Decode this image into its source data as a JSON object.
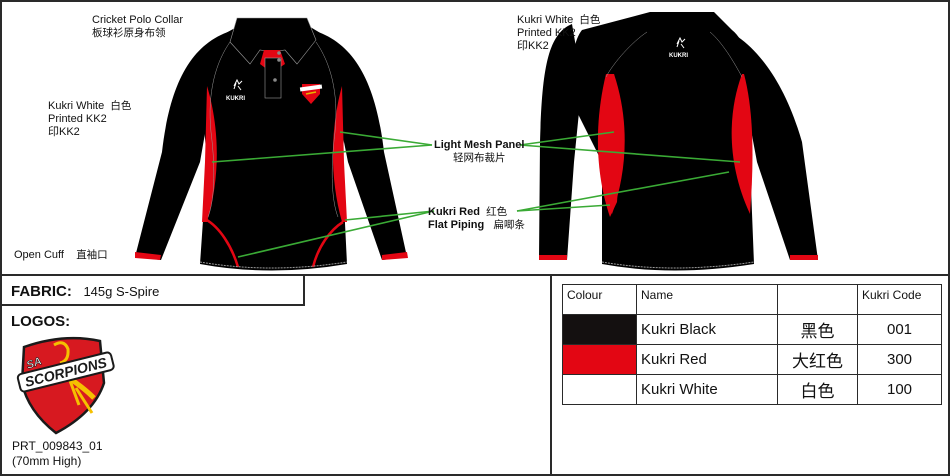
{
  "spec_sheet": {
    "top_callouts": {
      "collar": {
        "en": "Cricket Polo Collar",
        "zh": "板球衫原身布领"
      },
      "front_logo": {
        "line1_en": "Kukri White",
        "line1_zh": "白色",
        "line2": "Printed KK2",
        "line3": "印KK2"
      },
      "back_logo": {
        "line1_en": "Kukri White",
        "line1_zh": "白色",
        "line2": "Printed KK2",
        "line3": "印KK2"
      },
      "mesh": {
        "en": "Light Mesh Panel",
        "zh": "轻网布裁片"
      },
      "piping": {
        "line1_en": "Kukri Red",
        "line1_zh": "红色",
        "line2_en": "Flat Piping",
        "line2_zh": "扁唧条"
      },
      "cuff": {
        "en": "Open Cuff",
        "zh": "直袖口"
      }
    },
    "garment": {
      "brand_mark": "KUKRI",
      "colors": {
        "body": "#000000",
        "panel": "#e30613",
        "stitch": "#9a9a9a",
        "callout_line": "#3aaa35"
      }
    },
    "fabric": {
      "label": "FABRIC:",
      "value": "145g S-Spire"
    },
    "logos": {
      "label": "LOGOS:",
      "logo_text_top": "SA",
      "logo_text_main": "SCORPIONS",
      "code": "PRT_009843_01",
      "size_note": "(70mm High)"
    },
    "colour_table": {
      "headers": [
        "Colour",
        "Name",
        "",
        "Kukri Code"
      ],
      "rows": [
        {
          "swatch": "#141010",
          "name": "Kukri Black",
          "zh": "黑色",
          "code": "001"
        },
        {
          "swatch": "#e30613",
          "name": "Kukri Red",
          "zh": "大红色",
          "code": "300"
        },
        {
          "swatch": "#ffffff",
          "name": "Kukri White",
          "zh": "白色",
          "code": "100"
        }
      ]
    }
  }
}
